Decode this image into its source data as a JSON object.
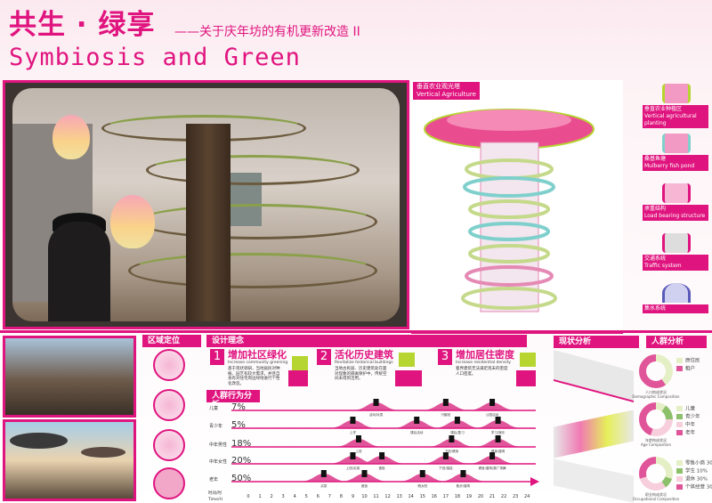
{
  "header": {
    "title_cn": "共生 · 绿享",
    "subtitle": "——关于庆年坊的有机更新改造 II",
    "title_en": "Symbiosis and Green"
  },
  "vertical": {
    "label_cn": "垂直农业观光塔",
    "label_en": "Vertical Agriculture"
  },
  "components": [
    {
      "cn": "垂直农业种植区",
      "en": "Vertical agricultural planting"
    },
    {
      "cn": "桑基鱼塘",
      "en": "Mulberry fish pond"
    },
    {
      "cn": "承重结构",
      "en": "Load bearing structure"
    },
    {
      "cn": "交通系统",
      "en": "Traffic system"
    },
    {
      "cn": "集水系统",
      "en": ""
    }
  ],
  "region": {
    "title": "区域定位"
  },
  "concept": {
    "title": "设计理念",
    "items": [
      {
        "num": "1",
        "cn": "增加社区绿化",
        "en": "Increase community greening",
        "desc": "基于现状调研，当地居民对种植、园艺有较大需求，并且自身有对住宅周边绿地进行个性化改造。"
      },
      {
        "num": "2",
        "cn": "活化历史建筑",
        "en": "Revitalize historical buildings",
        "desc": "当地古民居、历史建筑处在面对现象的隔离保护中，传统空间未得到活用。"
      },
      {
        "num": "3",
        "cn": "增加居住密度",
        "en": "Increase residential density",
        "desc": "着界建筑无法满足现未的密度人口密度。"
      }
    ]
  },
  "behavior": {
    "title": "人群行为分析",
    "axis_label_cn": "时间/时",
    "axis_label_en": "Time/H",
    "hours": [
      "0",
      "1",
      "2",
      "3",
      "4",
      "5",
      "6",
      "7",
      "8",
      "9",
      "10",
      "11",
      "12",
      "13",
      "14",
      "15",
      "16",
      "17",
      "18",
      "19",
      "20",
      "21",
      "22",
      "23",
      "24"
    ],
    "rows": [
      {
        "label": "儿童",
        "percent": "7%",
        "peaks": [
          {
            "hour": 11,
            "label": "活动/玩耍"
          },
          {
            "hour": 17,
            "label": "兴趣班"
          },
          {
            "hour": 21,
            "label": "公园活动"
          }
        ]
      },
      {
        "label": "青少年",
        "percent": "5%",
        "peaks": [
          {
            "hour": 9,
            "label": "上学"
          },
          {
            "hour": 14.5,
            "label": "课后活动"
          },
          {
            "hour": 18,
            "label": "课后/复习"
          },
          {
            "hour": 21.5,
            "label": "学习/娱乐"
          }
        ]
      },
      {
        "label": "中年男性",
        "percent": "18%",
        "peaks": [
          {
            "hour": 9.5,
            "label": "上班"
          },
          {
            "hour": 17.5,
            "label": "下班/健身"
          },
          {
            "hour": 21.5,
            "label": "健身/遛弯"
          }
        ]
      },
      {
        "label": "中年女性",
        "percent": "20%",
        "peaks": [
          {
            "hour": 9,
            "label": "上班/买菜"
          },
          {
            "hour": 11.5,
            "label": "做饭"
          },
          {
            "hour": 17,
            "label": "下班/接娃"
          },
          {
            "hour": 21,
            "label": "健身/遛弯/跳广场舞"
          }
        ]
      },
      {
        "label": "老年",
        "percent": "50%",
        "peaks": [
          {
            "hour": 6.5,
            "label": "买菜"
          },
          {
            "hour": 10,
            "label": "做饭"
          },
          {
            "hour": 15,
            "label": "晒太阳"
          },
          {
            "hour": 18.5,
            "label": "散步/遛弯"
          }
        ]
      }
    ]
  },
  "status": {
    "title": "现状分析"
  },
  "crowd": {
    "title": "人群分析",
    "charts": [
      {
        "caption_cn": "人口构成状况",
        "caption_en": "Demographic Composition",
        "slices": [
          {
            "label": "原住民",
            "value": 40,
            "color": "#e4efc6"
          },
          {
            "label": "租户",
            "value": 60,
            "color": "#e0559a"
          }
        ]
      },
      {
        "caption_cn": "年龄构成状况",
        "caption_en": "Age Composition",
        "slices": [
          {
            "label": "儿童",
            "value": 10,
            "color": "#e4efc6"
          },
          {
            "label": "青少年",
            "value": 15,
            "color": "#8cc06a"
          },
          {
            "label": "中年",
            "value": 30,
            "color": "#f7cfdc"
          },
          {
            "label": "老年",
            "value": 45,
            "color": "#e0559a"
          }
        ]
      },
      {
        "caption_cn": "职业构成状况",
        "caption_en": "Occupational Composition",
        "slices": [
          {
            "label": "零售小商 30%",
            "value": 30,
            "color": "#e4efc6"
          },
          {
            "label": "学生 10%",
            "value": 10,
            "color": "#8cc06a"
          },
          {
            "label": "退休 30%",
            "value": 30,
            "color": "#f7cfdc"
          },
          {
            "label": "个体经营 30%",
            "value": 30,
            "color": "#e0559a"
          }
        ]
      }
    ]
  },
  "colors": {
    "accent": "#e0147f",
    "green": "#b7d531"
  }
}
